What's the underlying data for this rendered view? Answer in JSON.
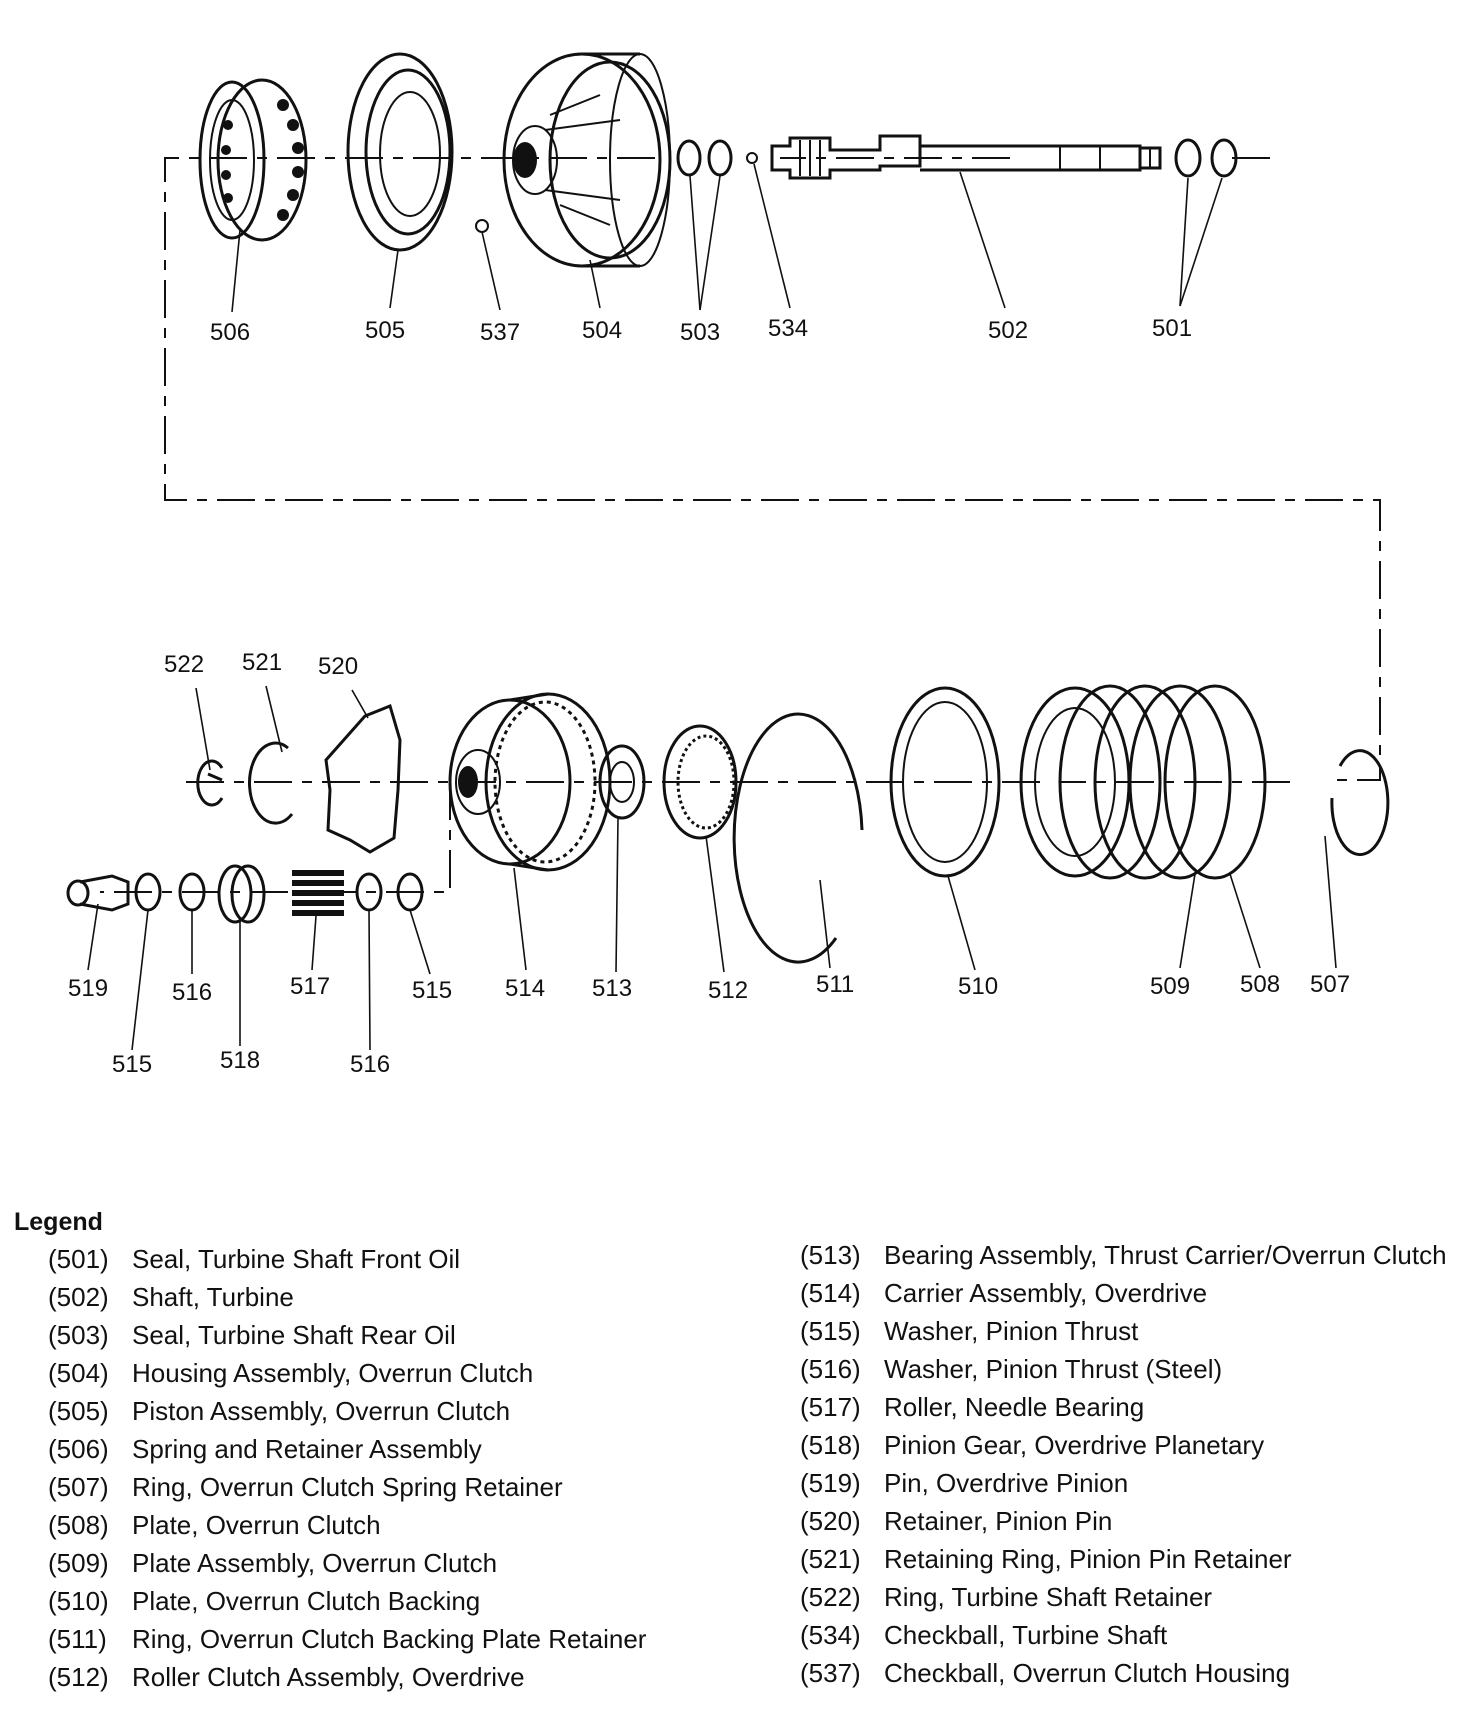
{
  "callouts": {
    "c501": "501",
    "c502": "502",
    "c503": "503",
    "c504": "504",
    "c505": "505",
    "c506": "506",
    "c507": "507",
    "c508": "508",
    "c509": "509",
    "c510": "510",
    "c511": "511",
    "c512": "512",
    "c513": "513",
    "c514": "514",
    "c515a": "515",
    "c515b": "515",
    "c516a": "516",
    "c516b": "516",
    "c517": "517",
    "c518": "518",
    "c519": "519",
    "c520": "520",
    "c521": "521",
    "c522": "522",
    "c534": "534",
    "c537": "537"
  },
  "legend": {
    "title": "Legend",
    "column1": [
      {
        "num": "(501)",
        "desc": "Seal, Turbine Shaft Front Oil"
      },
      {
        "num": "(502)",
        "desc": "Shaft, Turbine"
      },
      {
        "num": "(503)",
        "desc": "Seal, Turbine Shaft Rear Oil"
      },
      {
        "num": "(504)",
        "desc": "Housing Assembly, Overrun Clutch"
      },
      {
        "num": "(505)",
        "desc": "Piston Assembly, Overrun Clutch"
      },
      {
        "num": "(506)",
        "desc": "Spring and Retainer Assembly"
      },
      {
        "num": "(507)",
        "desc": "Ring, Overrun Clutch Spring Retainer"
      },
      {
        "num": "(508)",
        "desc": "Plate, Overrun Clutch"
      },
      {
        "num": "(509)",
        "desc": "Plate Assembly, Overrun Clutch"
      },
      {
        "num": "(510)",
        "desc": "Plate, Overrun Clutch Backing"
      },
      {
        "num": "(511)",
        "desc": "Ring, Overrun Clutch Backing Plate Retainer"
      },
      {
        "num": "(512)",
        "desc": "Roller Clutch Assembly, Overdrive"
      }
    ],
    "column2": [
      {
        "num": "(513)",
        "desc": "Bearing Assembly, Thrust Carrier/Overrun Clutch"
      },
      {
        "num": "(514)",
        "desc": "Carrier Assembly, Overdrive"
      },
      {
        "num": "(515)",
        "desc": "Washer, Pinion Thrust"
      },
      {
        "num": "(516)",
        "desc": "Washer, Pinion Thrust (Steel)"
      },
      {
        "num": "(517)",
        "desc": "Roller, Needle Bearing"
      },
      {
        "num": "(518)",
        "desc": "Pinion Gear, Overdrive Planetary"
      },
      {
        "num": "(519)",
        "desc": "Pin, Overdrive Pinion"
      },
      {
        "num": "(520)",
        "desc": "Retainer, Pinion Pin"
      },
      {
        "num": "(521)",
        "desc": "Retaining Ring, Pinion Pin Retainer"
      },
      {
        "num": "(522)",
        "desc": "Ring, Turbine Shaft Retainer"
      },
      {
        "num": "(534)",
        "desc": "Checkball, Turbine Shaft"
      },
      {
        "num": "(537)",
        "desc": "Checkball, Overrun Clutch Housing"
      }
    ]
  }
}
